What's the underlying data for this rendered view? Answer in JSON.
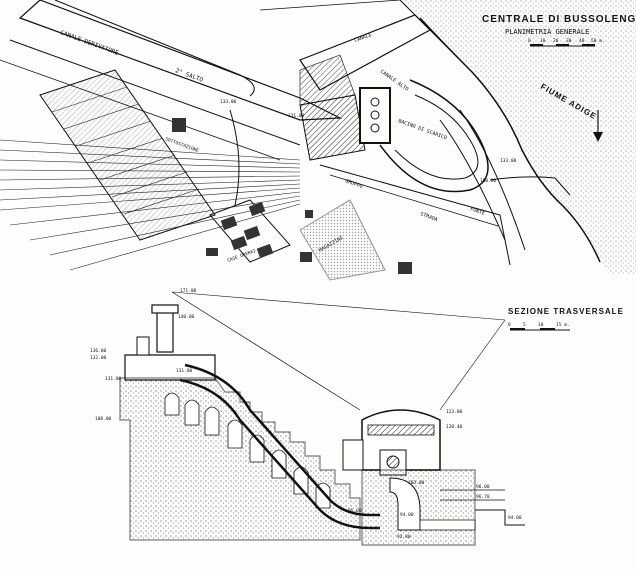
{
  "plan": {
    "title": "CENTRALE DI BUSSOLENGO",
    "subtitle": "PLANIMETRIA GENERALE",
    "scale_ticks": [
      "0",
      "10",
      "20",
      "30",
      "40",
      "50 m."
    ],
    "labels": {
      "canale_derivatore": "CANALE DERIVATORE",
      "salto_2": "2° SALTO",
      "fiume": "FIUME ADIGE",
      "canale_top": "CANALE",
      "canale_alto": "CANALE ALTO",
      "bacino": "BACINO DI SCARICO",
      "ponte": "PONTE",
      "strada": "STRADA",
      "gruppo": "GRUPPO",
      "magazzini": "MAGAZZINI",
      "sottostazione": "SOTTOSTAZIONE",
      "case": "CASE OPERAI",
      "elev_1": "133.00",
      "elev_2": "131.00",
      "elev_3": "100.00",
      "elev_4": "133.00"
    }
  },
  "section": {
    "title": "SEZIONE TRASVERSALE",
    "scale_ticks": [
      "0",
      "5",
      "10",
      "15 m."
    ],
    "elevations": [
      "171.00",
      "140.00",
      "136.00",
      "132.00",
      "131.00",
      "131.00",
      "108.00",
      "123.00",
      "120.40",
      "103.00",
      "96.00",
      "96.70",
      "95.00",
      "94.00",
      "92.80",
      "94.00"
    ]
  }
}
